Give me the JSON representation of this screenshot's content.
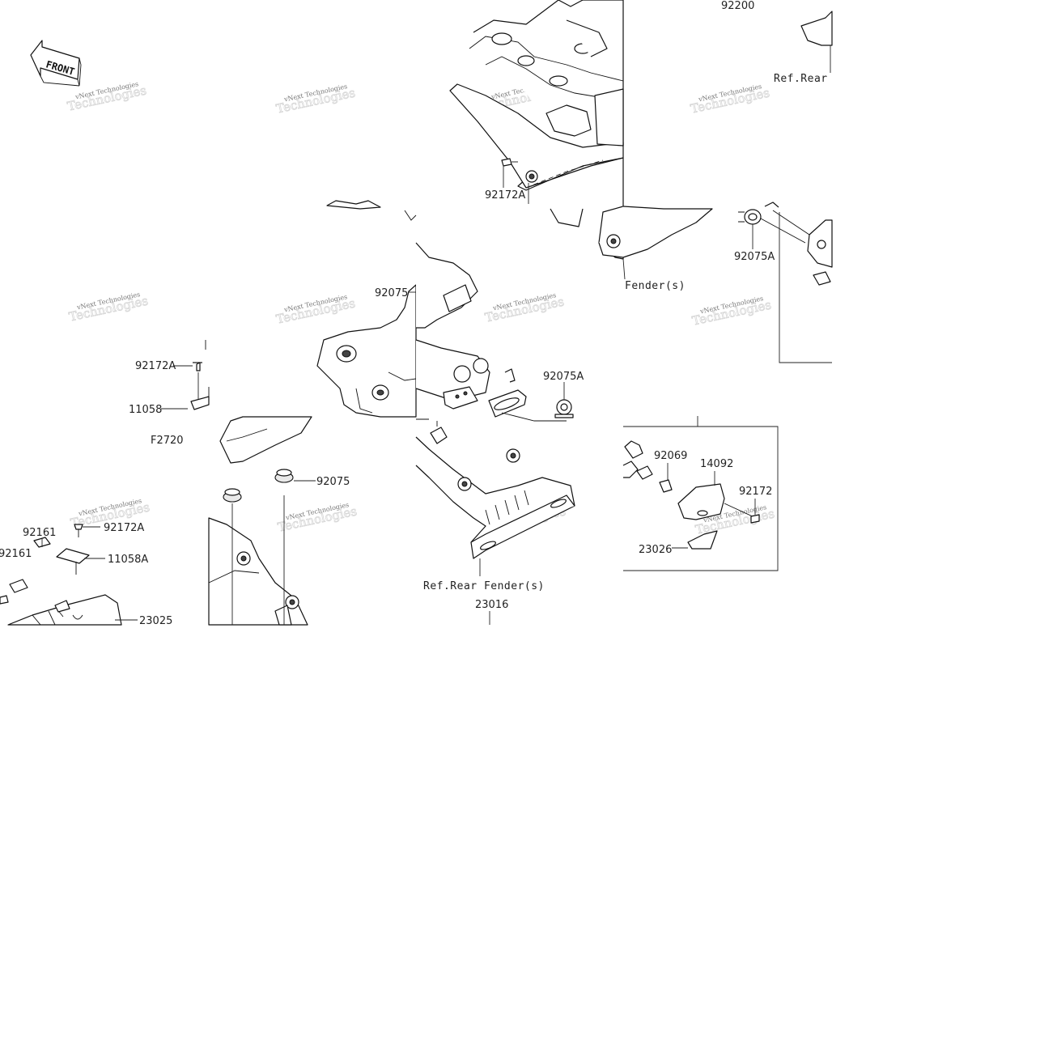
{
  "labels": {
    "p92200": "92200",
    "ref_rear_top": "Ref.Rear",
    "p92172A_top": "92172A",
    "fender_s": "Fender(s)",
    "p92075A_right": "92075A",
    "p92075_mid": "92075",
    "p92172A_left": "92172A",
    "p11058": "11058",
    "f2720": "F2720",
    "p92075A_mid": "92075A",
    "p92075_low": "92075",
    "p92069": "92069",
    "p14092": "14092",
    "p92172": "92172",
    "p23026": "23026",
    "p92161_a": "92161",
    "p92161_b": "92161",
    "p92172A_low": "92172A",
    "p11058A": "11058A",
    "p23025": "23025",
    "ref_rear_fender": "Ref.Rear Fender(s)",
    "p23016": "23016"
  },
  "front_badge": "FRONT",
  "watermark": {
    "line1": "vNext Technologies",
    "line2": "Technologies"
  }
}
